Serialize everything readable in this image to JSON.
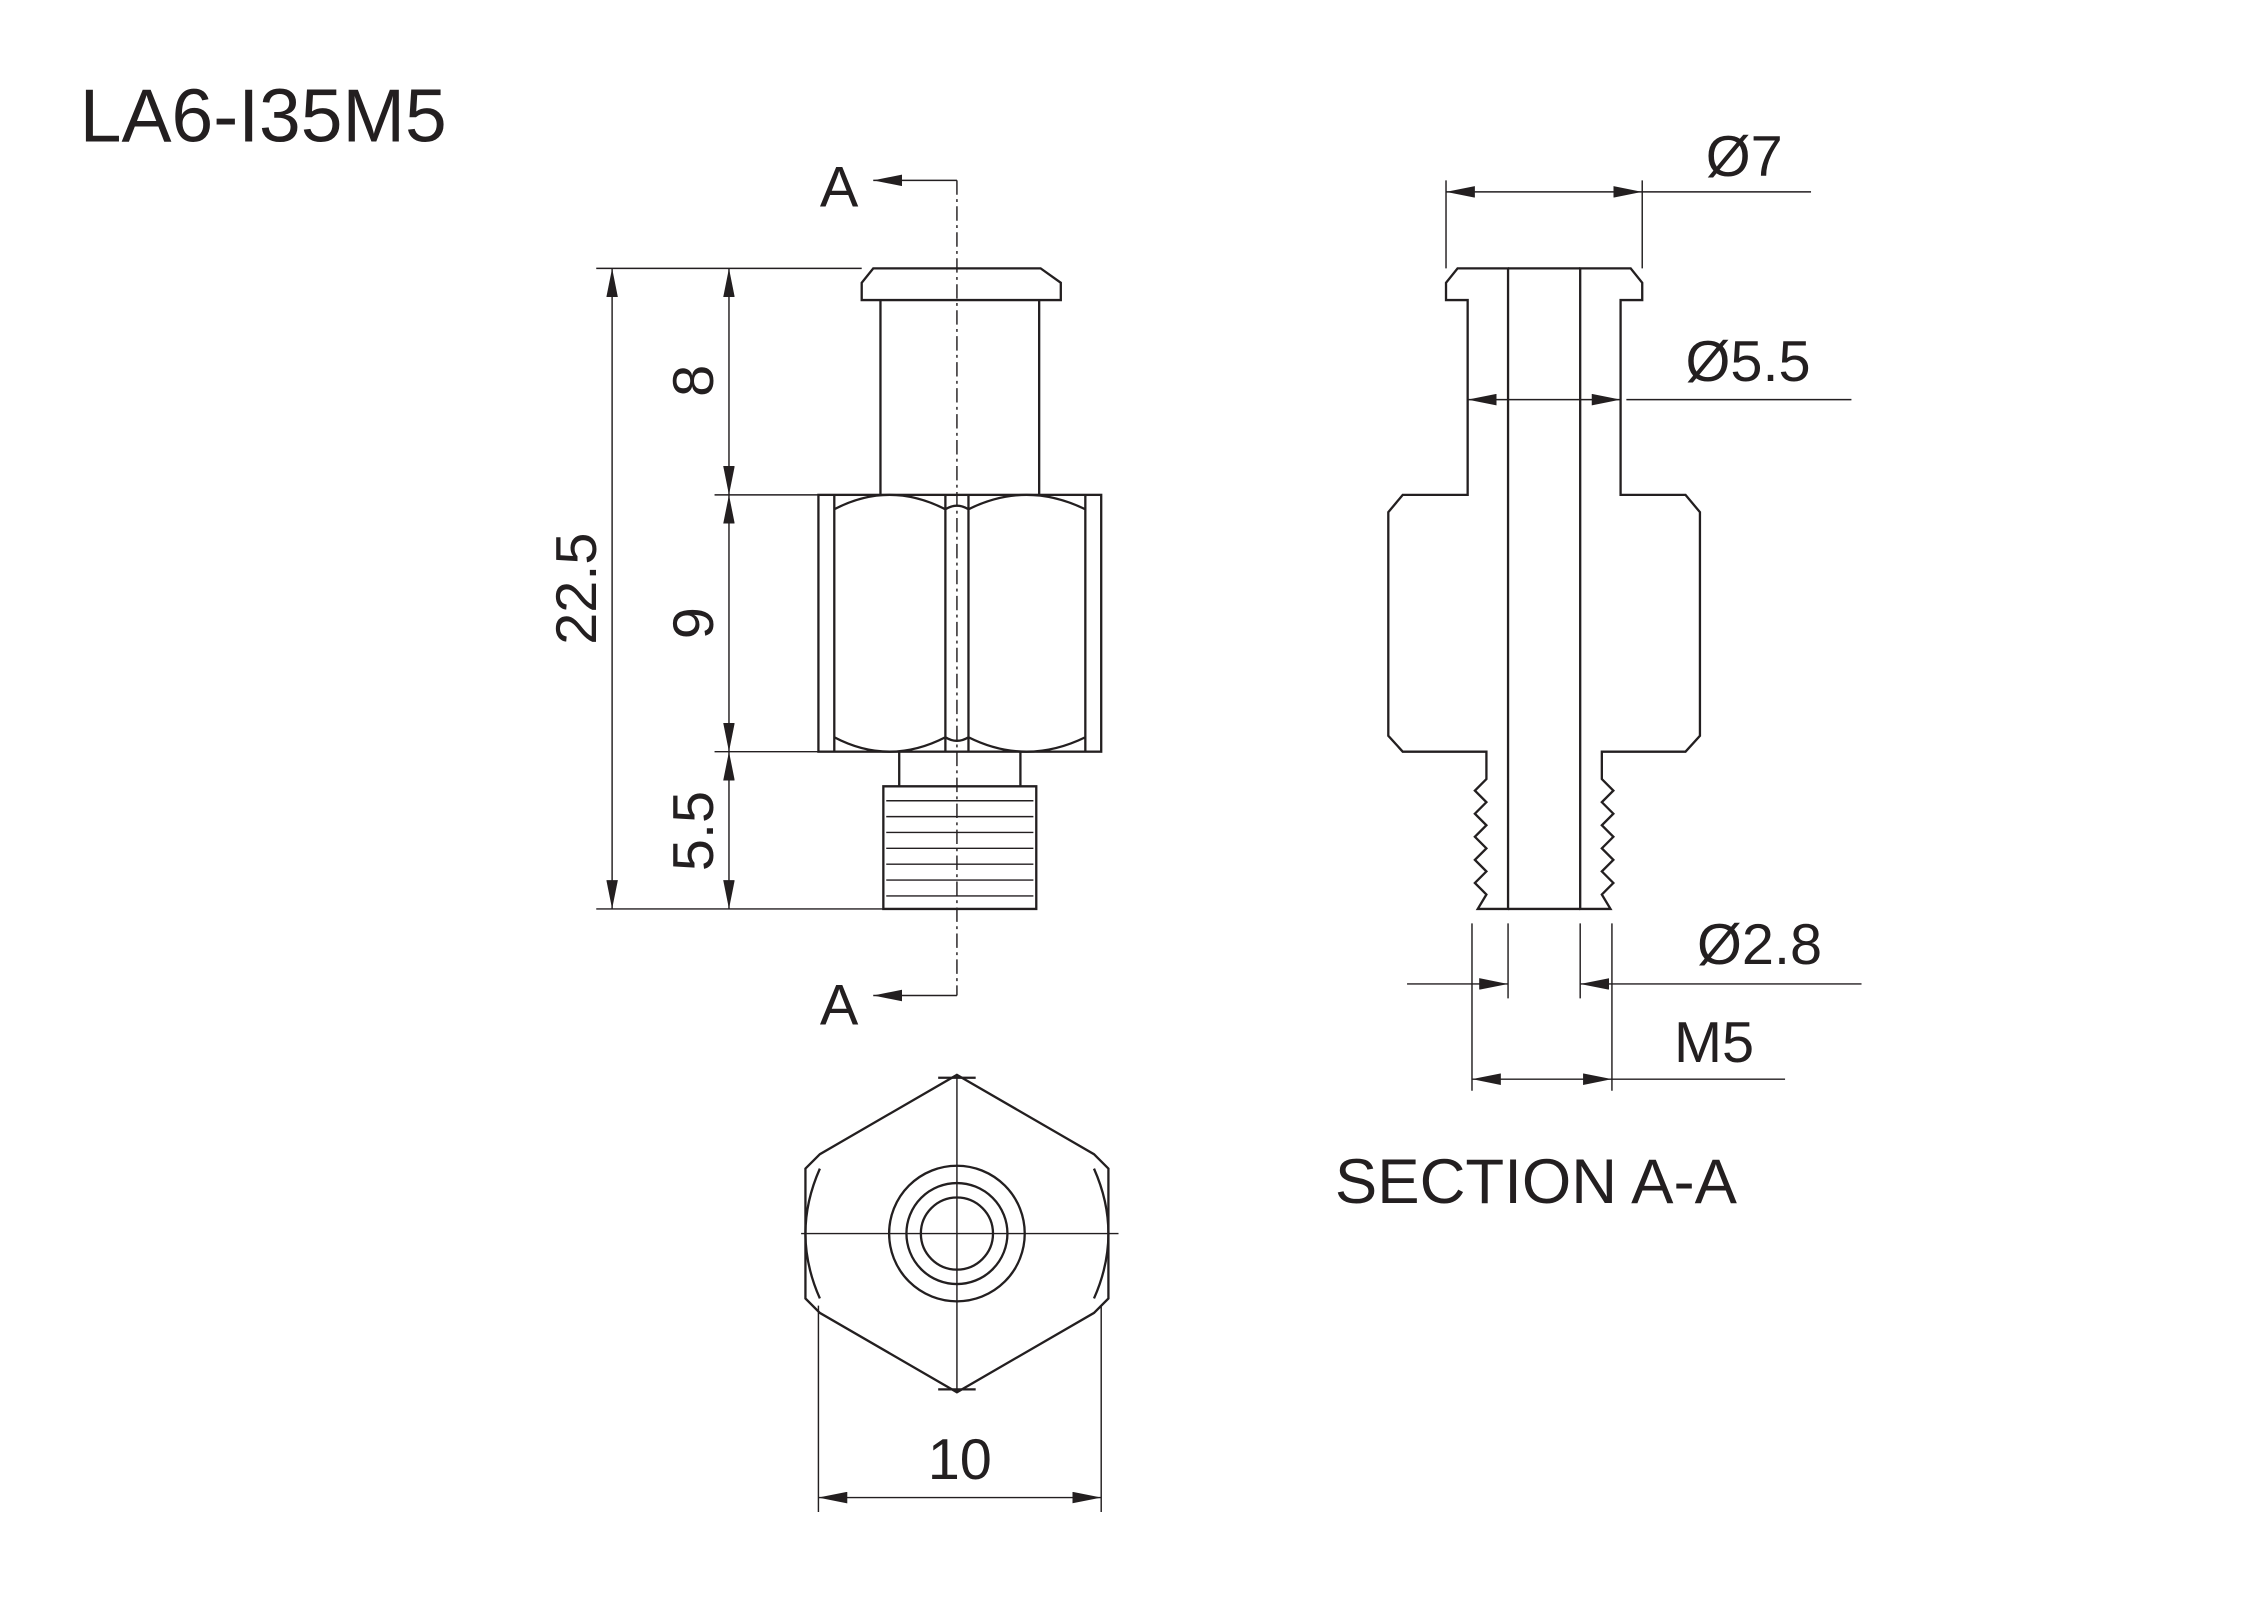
{
  "title": "LA6-I35M5",
  "section_marker_top": "A",
  "section_marker_bottom": "A",
  "section_title": "SECTION A-A",
  "dimensions": {
    "overall_length": "22.5",
    "luer_length": "8",
    "hex_length": "9",
    "thread_length": "5.5",
    "hex_width": "10",
    "flange_diameter": "Ø7",
    "luer_diameter": "Ø5.5",
    "bore_diameter": "Ø2.8",
    "thread": "M5"
  },
  "colors": {
    "line": "#231f20",
    "background": "#ffffff"
  }
}
